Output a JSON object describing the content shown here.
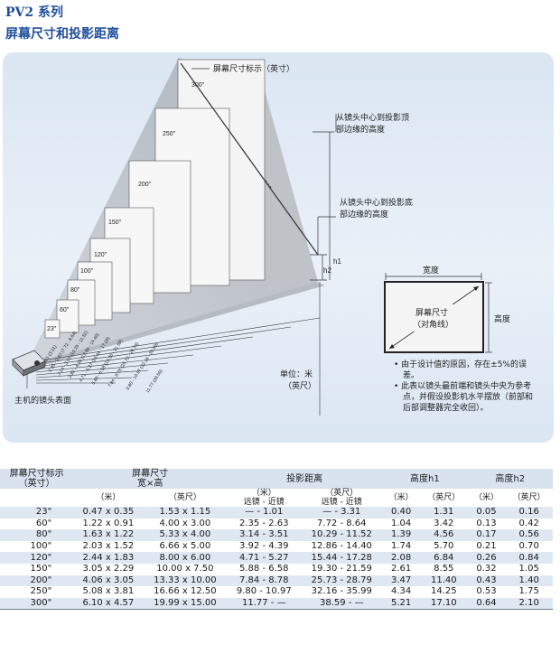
{
  "header": {
    "series": "PV2 系列",
    "subtitle": "屏幕尺寸和投影距离"
  },
  "diagram": {
    "screen_size_label": "屏幕尺寸标示（英寸）",
    "to_top_label_1": "从镜头中心到投影顶",
    "to_top_label_2": "部边缘的高度",
    "to_bottom_label_1": "从镜头中心到投影底",
    "to_bottom_label_2": "部边缘的高度",
    "h1": "h1",
    "h2": "h2",
    "lens_label": "主机的镜头表面",
    "unit_label_1": "单位：米",
    "unit_label_2": "（英尺）",
    "width_label": "宽度",
    "height_label": "高度",
    "diag_label_1": "屏幕尺寸",
    "diag_label_2": "（对角线）",
    "note1_a": "• 由于设计值的原因，存在±5%的误",
    "note1_b": "差。",
    "note2_a": "• 此表以镜头最前端和镜头中央为参考",
    "note2_b": "点，并假设投影机水平摆放（前部和",
    "note2_c": "后部调整器完全收回）。",
    "screen_labels": [
      "23\"",
      "60\"",
      "80\"",
      "100\"",
      "120\"",
      "150\"",
      "200\"",
      "250\"",
      "300\""
    ],
    "distance_labels": [
      "— 1.01 (3.31)",
      "2.35 - 2.63 (7.72 - 8.64)",
      "3.14 - 3.51 (10.29 - 11.52)",
      "3.92 - 4.39 (12.86 - 14.40)",
      "4.71 - 5.27 (15.44 - 17.28)",
      "5.88 - 6.58 (19.30 - 21.59)",
      "7.84 - 8.78 (25.73 - 28.79)",
      "9.80 - 10.97 (32.16 - 35.99)",
      "11.77 (38.59)"
    ]
  },
  "table": {
    "col1_line1": "屏幕尺寸标示",
    "col1_line2": "（英寸）",
    "col2_line1": "屏幕尺寸",
    "col2_line2": "宽×高",
    "col3": "投影距离",
    "col4": "高度h1",
    "col5": "高度h2",
    "sub_m": "（米）",
    "sub_ft": "（英尺）",
    "sub_m_wide_1": "（米）",
    "sub_m_wide_2": "远镜 - 近镜",
    "sub_ft_wide_1": "（英尺）",
    "sub_ft_wide_2": "远镜 - 近镜",
    "rows": [
      [
        "23\"",
        "0.47 x 0.35",
        "1.53 x 1.15",
        "— - 1.01",
        "— - 3.31",
        "0.40",
        "1.31",
        "0.05",
        "0.16"
      ],
      [
        "60\"",
        "1.22 x 0.91",
        "4.00 x 3.00",
        "2.35 - 2.63",
        "7.72 - 8.64",
        "1.04",
        "3.42",
        "0.13",
        "0.42"
      ],
      [
        "80\"",
        "1.63 x 1.22",
        "5.33 x 4.00",
        "3.14 - 3.51",
        "10.29 - 11.52",
        "1.39",
        "4.56",
        "0.17",
        "0.56"
      ],
      [
        "100\"",
        "2.03 x 1.52",
        "6.66 x 5.00",
        "3.92 - 4.39",
        "12.86 - 14.40",
        "1.74",
        "5.70",
        "0.21",
        "0.70"
      ],
      [
        "120\"",
        "2.44 x 1.83",
        "8.00 x 6.00",
        "4.71 - 5.27",
        "15.44 - 17.28",
        "2.08",
        "6.84",
        "0.26",
        "0.84"
      ],
      [
        "150\"",
        "3.05 x 2.29",
        "10.00 x 7.50",
        "5.88 - 6.58",
        "19.30 - 21.59",
        "2.61",
        "8.55",
        "0.32",
        "1.05"
      ],
      [
        "200\"",
        "4.06 x 3.05",
        "13.33 x 10.00",
        "7.84 - 8.78",
        "25.73 - 28.79",
        "3.47",
        "11.40",
        "0.43",
        "1.40"
      ],
      [
        "250\"",
        "5.08 x 3.81",
        "16.66 x 12.50",
        "9.80 - 10.97",
        "32.16 - 35.99",
        "4.34",
        "14.25",
        "0.53",
        "1.75"
      ],
      [
        "300\"",
        "6.10 x 4.57",
        "19.99 x 15.00",
        "11.77 - —",
        "38.59 - —",
        "5.21",
        "17.10",
        "0.64",
        "2.10"
      ]
    ]
  }
}
